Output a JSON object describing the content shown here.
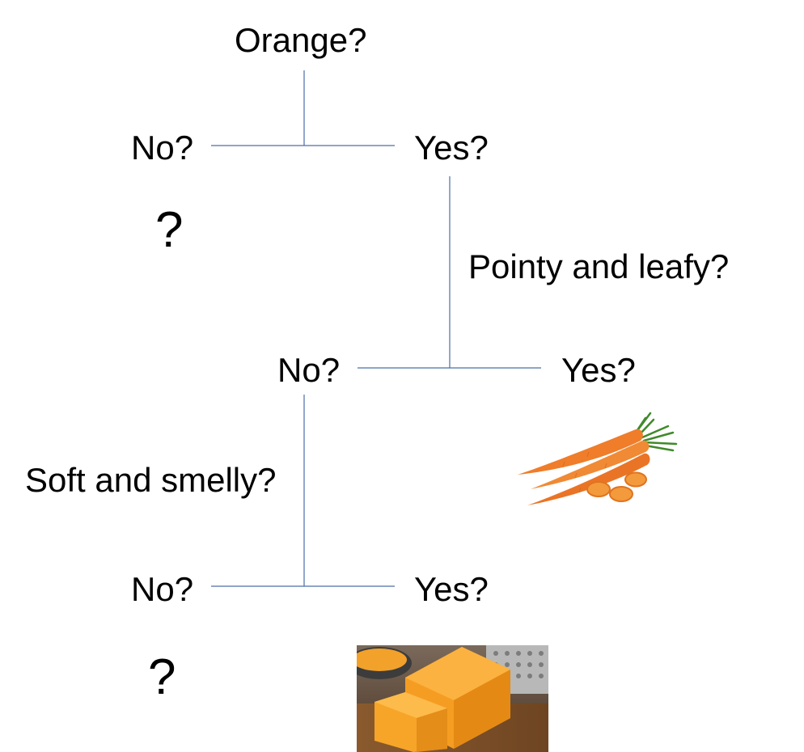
{
  "tree": {
    "root_question": "Orange?",
    "level1": {
      "no_label": "No?",
      "yes_label": "Yes?",
      "no_result": "?"
    },
    "question2": "Pointy and leafy?",
    "level2": {
      "no_label": "No?",
      "yes_label": "Yes?"
    },
    "question3": "Soft and smelly?",
    "level3": {
      "no_label": "No?",
      "yes_label": "Yes?",
      "no_result": "?"
    }
  },
  "images": {
    "carrots": "carrots",
    "cheese": "cheddar cheese block"
  },
  "colors": {
    "connector": "#4a6fa8"
  }
}
